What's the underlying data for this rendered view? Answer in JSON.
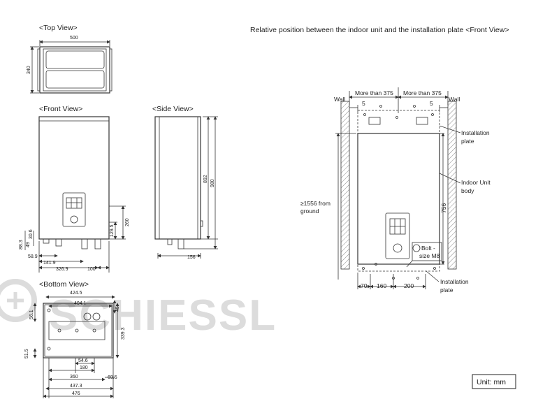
{
  "watermark": {
    "text": "SCHIESSL"
  },
  "unit_label": "Unit: mm",
  "top_view": {
    "title": "<Top View>",
    "dim_width": "500",
    "dim_depth": "340"
  },
  "front_view": {
    "title": "<Front View>",
    "dims": {
      "d260": "260",
      "d129_5": "129.5",
      "d30_6": "30.6",
      "d49": "49",
      "d88_3": "88.3",
      "d58_9": "58.9",
      "d141_9": "141.9",
      "d326_9": "326.9",
      "d100": "100"
    }
  },
  "side_view": {
    "title": "<Side View>",
    "dim_892": "892",
    "dim_980": "980",
    "dim_156": "156"
  },
  "bottom_view": {
    "title": "<Bottom View>",
    "dims": {
      "d424_5": "424.5",
      "d404_1": "404.1",
      "d45": "45",
      "d56_1": "56.1",
      "d339_3": "339.3",
      "d51_5": "51.5",
      "d54_6": "54.6",
      "d180": "180",
      "d360": "360",
      "d69_5": "69.5",
      "d437_3": "437.3",
      "d476": "476"
    }
  },
  "relative_position": {
    "title": "Relative position between the indoor unit and the installation plate <Front View>",
    "wall_left": "Wall",
    "wall_right": "Wall",
    "more_than_left": "More than 375",
    "more_than_right": "More than 375",
    "gap_left": "5",
    "gap_right": "5",
    "install_plate_top": [
      "Installation",
      "plate"
    ],
    "indoor_unit_body": [
      "Indoor Unit",
      "body"
    ],
    "from_ground": [
      "≥1556 from",
      "ground"
    ],
    "dim_756": "756",
    "bolt": [
      "Bolt -",
      "size M8"
    ],
    "dim_70": "70",
    "dim_160": "160",
    "dim_200": "200",
    "install_plate_bottom": [
      "Installation",
      "plate"
    ]
  }
}
